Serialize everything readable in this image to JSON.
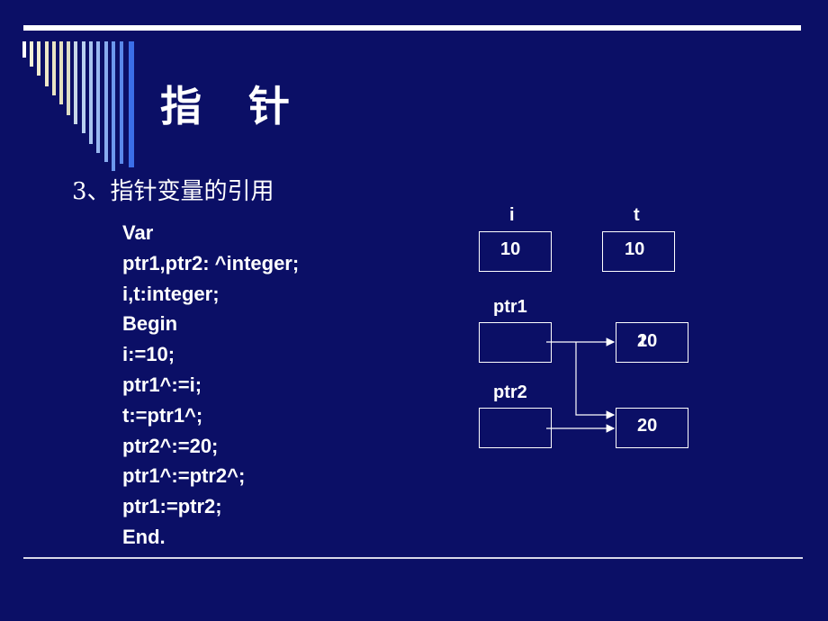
{
  "title": "指 针",
  "subtitle": "3、指针变量的引用",
  "code_lines": [
    "Var",
    "ptr1,ptr2: ^integer;",
    "i,t:integer;",
    "Begin",
    "i:=10;",
    "ptr1^:=i;",
    "t:=ptr1^;",
    "ptr2^:=20;",
    "ptr1^:=ptr2^;",
    "ptr1:=ptr2;",
    "End."
  ],
  "diagram": {
    "var_i_label": "i",
    "var_t_label": "t",
    "var_i_value": "10",
    "var_t_value": "10",
    "ptr1_label": "ptr1",
    "ptr2_label": "ptr2",
    "target1_value_old": "1",
    "target1_value_new": "20",
    "target2_value": "20"
  },
  "colors": {
    "background": "#0b0f66",
    "text": "#ffffff",
    "accent_bar": "#3b6ee8"
  }
}
